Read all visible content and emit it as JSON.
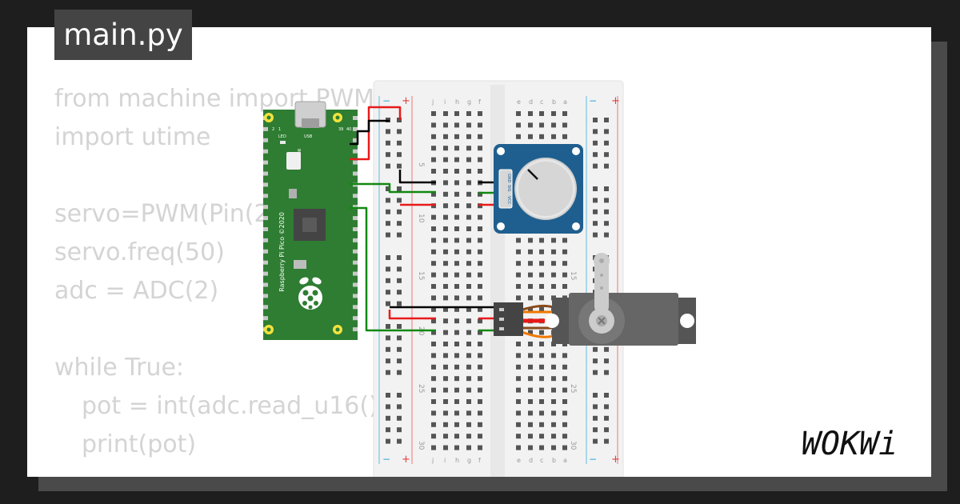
{
  "tab": {
    "filename": "main.py"
  },
  "code": {
    "lines": [
      "from machine import PWM",
      "import utime",
      "",
      "servo=PWM(Pin(2",
      "servo.freq(50)",
      "adc = ADC(2)",
      "",
      "while True:",
      "pot = int(adc.read_u16()*",
      "print(pot)"
    ]
  },
  "breadboard": {
    "row_numbers": [
      "5",
      "10",
      "15",
      "20",
      "25",
      "30"
    ],
    "column_letters_left": [
      "j",
      "i",
      "h",
      "g",
      "f"
    ],
    "column_letters_right": [
      "e",
      "d",
      "c",
      "b",
      "a"
    ],
    "rail_plus": "+",
    "rail_minus": "−"
  },
  "pico": {
    "board_text": "Raspberry Pi Pico ©2020",
    "led_label": "LED",
    "usb_label": "USB",
    "bootsel_label": "BOOTSEL",
    "pin1_label": "1",
    "pin2_label": "2",
    "pin39_label": "39",
    "pin40_label": "40"
  },
  "potentiometer": {
    "pin_labels": [
      "GND",
      "SIG",
      "VCC"
    ]
  },
  "brand": {
    "logo_text": "WOKWi"
  },
  "colors": {
    "pico_green": "#2e7d32",
    "pot_blue": "#1f5f8f",
    "wire_red": "#e81a1a",
    "wire_green": "#118811",
    "wire_black": "#000000",
    "wire_orange": "#f07800"
  }
}
